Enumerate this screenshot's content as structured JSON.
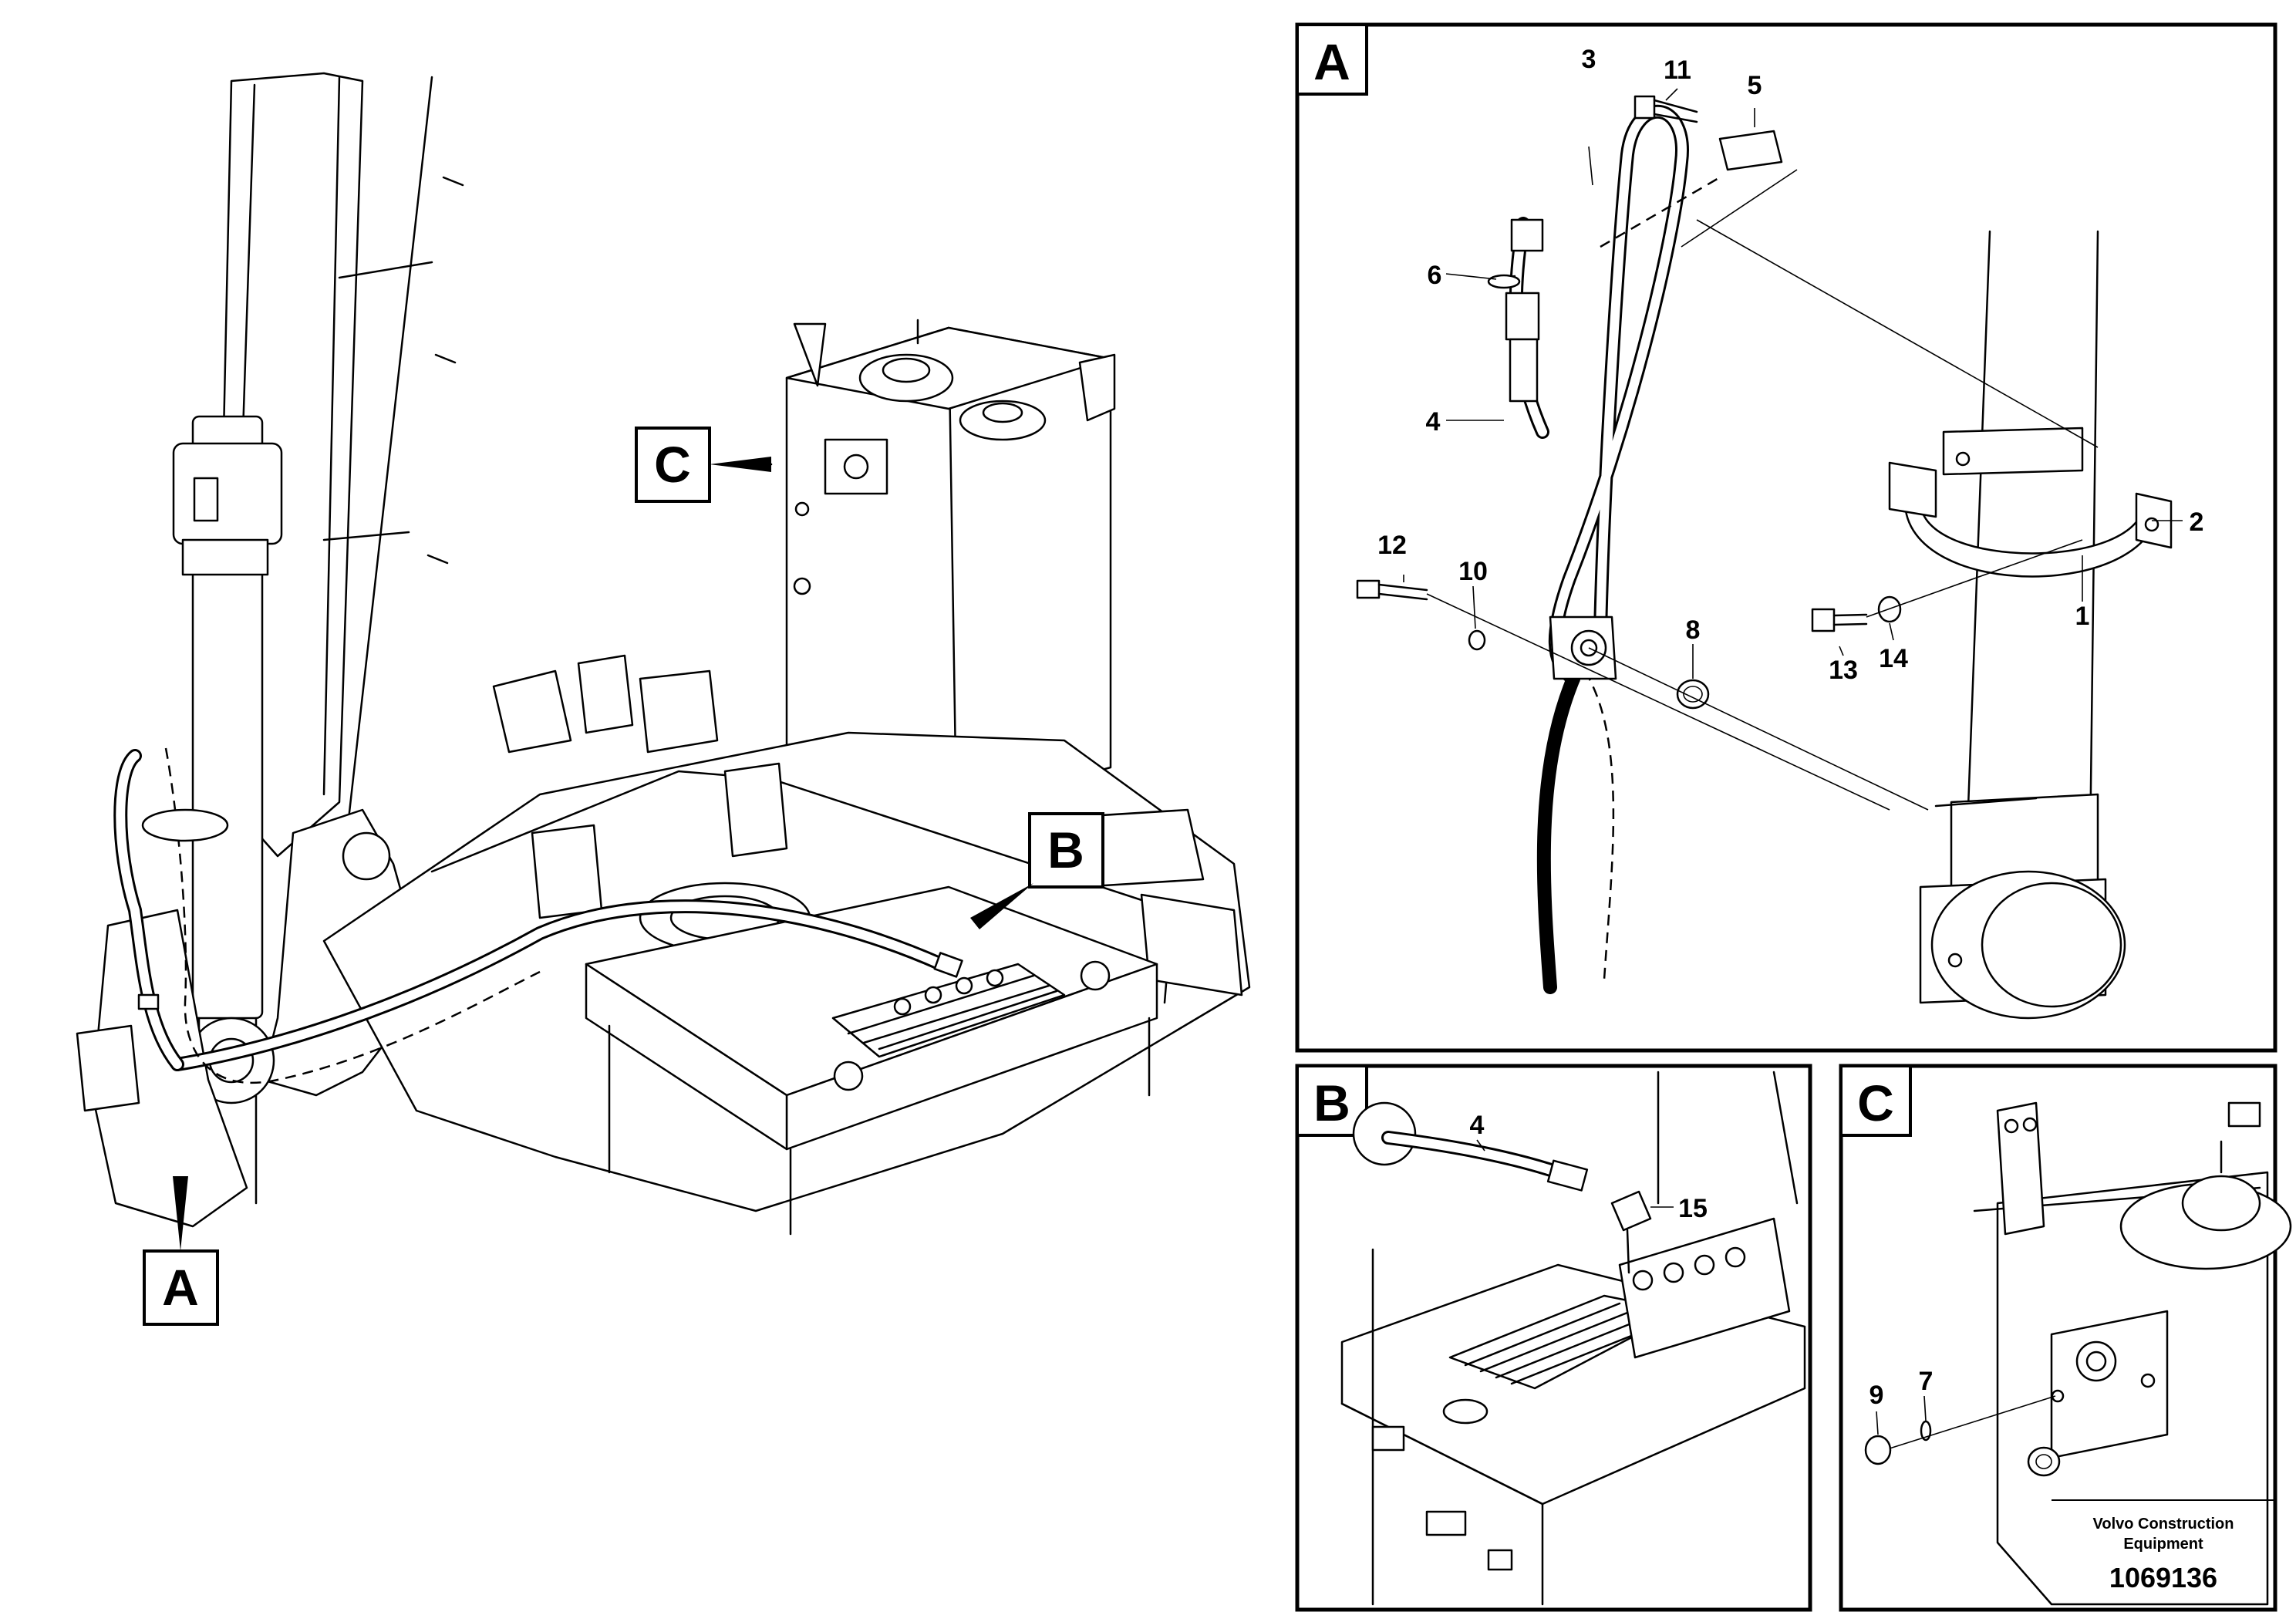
{
  "views": {
    "main": {
      "ref_a": "A",
      "ref_b": "B",
      "ref_c": "C"
    },
    "detail_a": {
      "badge": "A",
      "callouts": {
        "c1": "1",
        "c2": "2",
        "c3": "3",
        "c4": "4",
        "c5": "5",
        "c6": "6",
        "c8": "8",
        "c10": "10",
        "c11": "11",
        "c12": "12",
        "c13": "13",
        "c14": "14"
      }
    },
    "detail_b": {
      "badge": "B",
      "callouts": {
        "c4": "4",
        "c15": "15"
      }
    },
    "detail_c": {
      "badge": "C",
      "callouts": {
        "c7": "7",
        "c9": "9"
      }
    }
  },
  "footer": {
    "brand_line1": "Volvo Construction",
    "brand_line2": "Equipment",
    "document_number": "1069136"
  }
}
